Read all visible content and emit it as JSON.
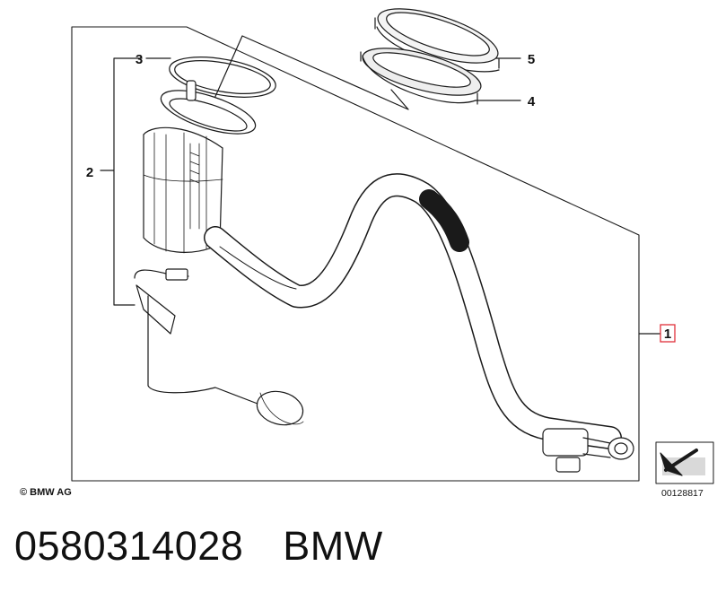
{
  "callouts": [
    {
      "id": "1",
      "highlighted": true
    },
    {
      "id": "2",
      "highlighted": false
    },
    {
      "id": "3",
      "highlighted": false
    },
    {
      "id": "4",
      "highlighted": false
    },
    {
      "id": "5",
      "highlighted": false
    }
  ],
  "copyright": "© BMW AG",
  "diagram_id": "00128817",
  "footer": {
    "part_number": "0580314028",
    "brand": "BMW"
  },
  "colors": {
    "line": "#1a1a1a",
    "highlight": "#e0303a",
    "shade": "#dcdcdc",
    "background": "#ffffff"
  }
}
